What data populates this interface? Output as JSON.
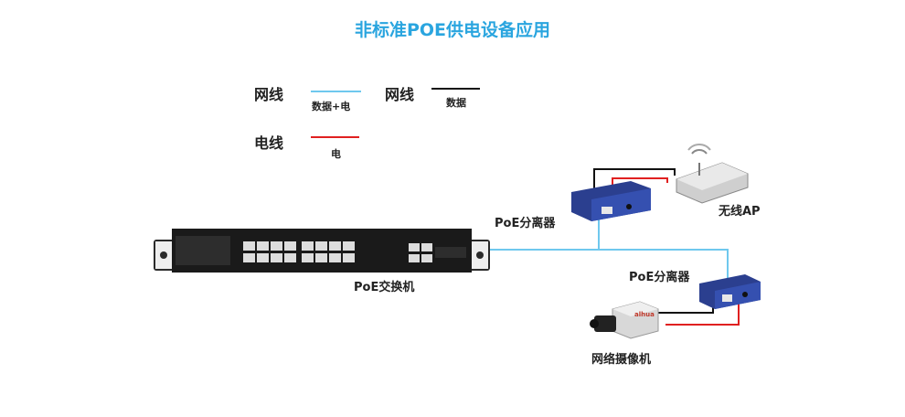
{
  "title": "非标准POE供电设备应用",
  "legend": {
    "cable1_label": "网线",
    "cable1_sub": "数据+电",
    "cable2_label": "网线",
    "cable2_sub": "数据",
    "power_label": "电线",
    "power_sub": "电",
    "colors": {
      "data_power": "#6fc8ee",
      "data": "#111111",
      "power": "#e02020"
    }
  },
  "devices": {
    "switch_label": "PoE交换机",
    "splitter1_label": "PoE分离器",
    "splitter2_label": "PoE分离器",
    "ap_label": "无线AP",
    "camera_label": "网络摄像机",
    "camera_brand": "alhua"
  }
}
